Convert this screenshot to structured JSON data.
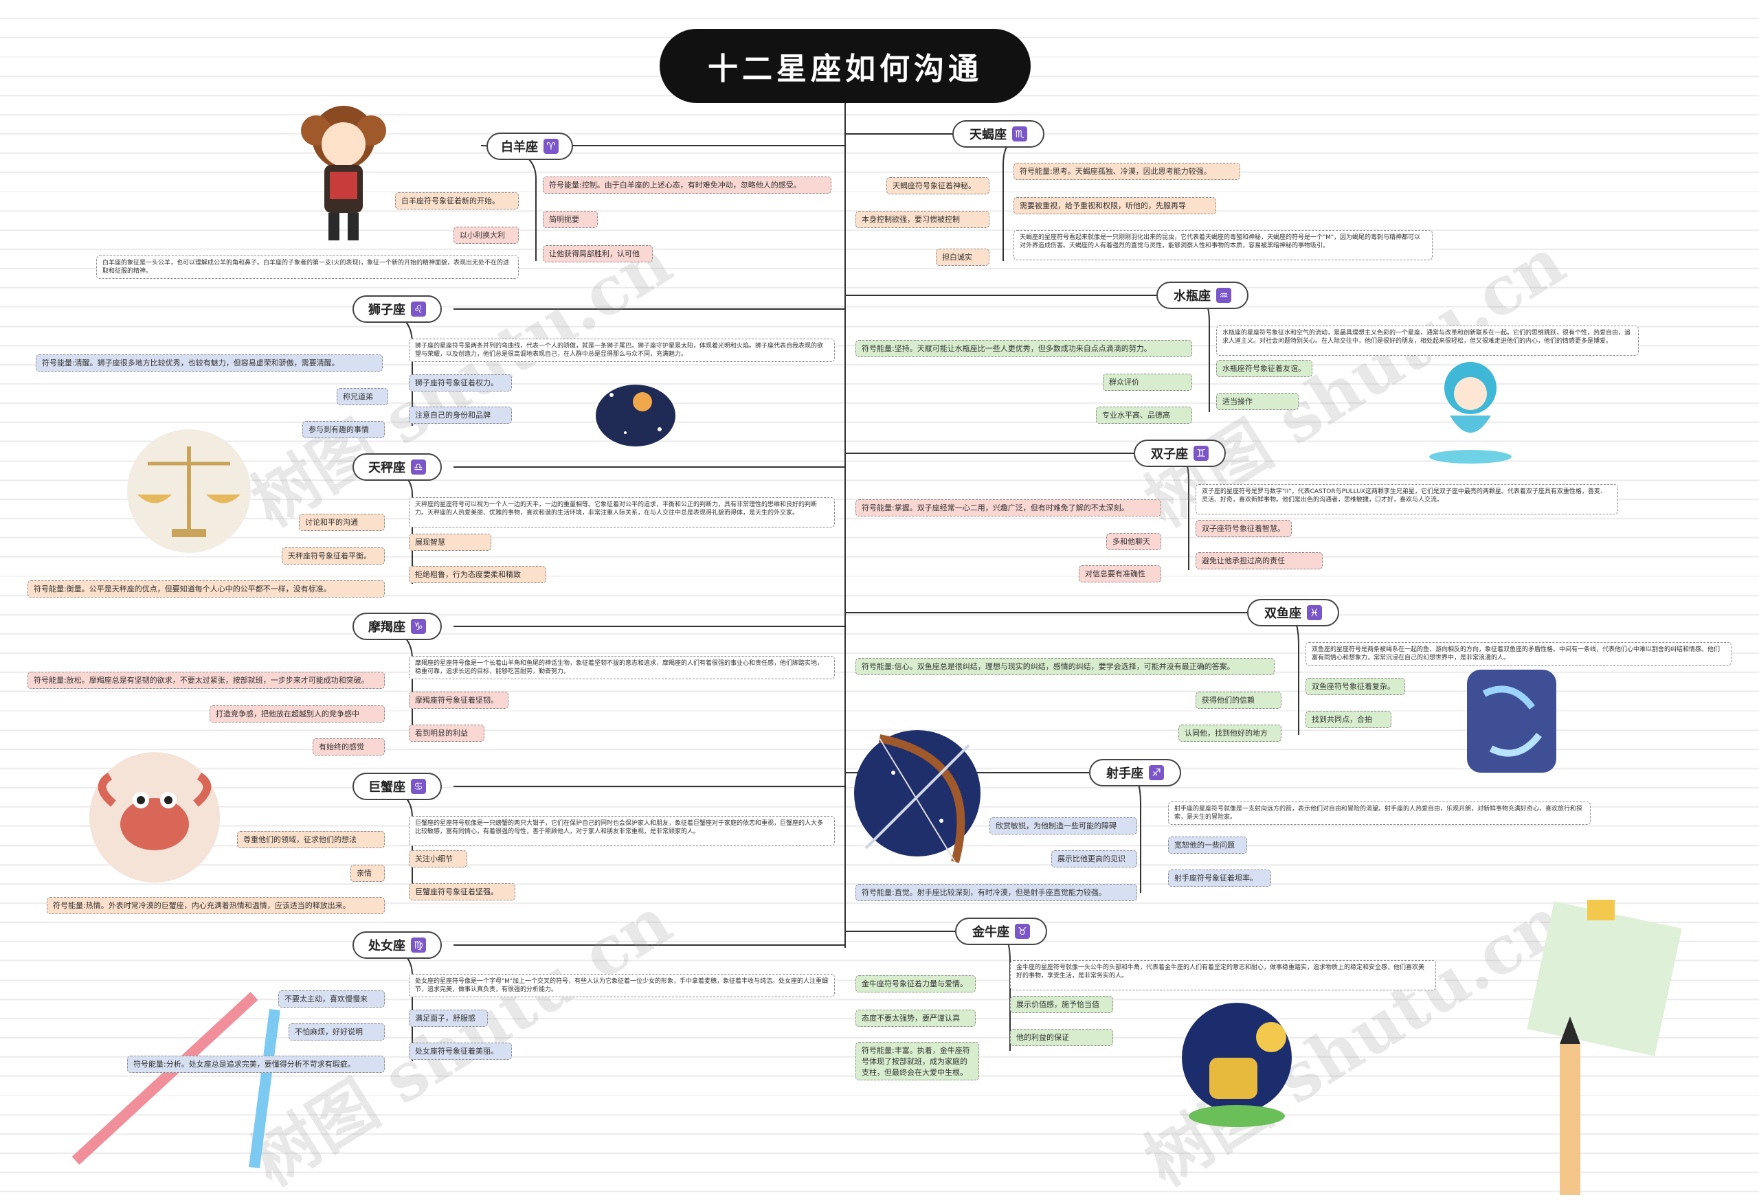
{
  "title": "十二星座如何沟通",
  "watermarks": [
    "树图 shutu.cn",
    "树图 shutu.cn",
    "树图 shutu.cn",
    "树图 shutu.cn"
  ],
  "signs": {
    "aries": {
      "name": "白羊座",
      "glyph": "♈"
    },
    "scorpio": {
      "name": "天蝎座",
      "glyph": "♏"
    },
    "leo": {
      "name": "狮子座",
      "glyph": "♌"
    },
    "aquarius": {
      "name": "水瓶座",
      "glyph": "♒"
    },
    "libra": {
      "name": "天秤座",
      "glyph": "♎"
    },
    "gemini": {
      "name": "双子座",
      "glyph": "♊"
    },
    "capricorn": {
      "name": "摩羯座",
      "glyph": "♑"
    },
    "pisces": {
      "name": "双鱼座",
      "glyph": "♓"
    },
    "cancer": {
      "name": "巨蟹座",
      "glyph": "♋"
    },
    "sagittarius": {
      "name": "射手座",
      "glyph": "♐"
    },
    "virgo": {
      "name": "处女座",
      "glyph": "♍"
    },
    "taurus": {
      "name": "金牛座",
      "glyph": "♉"
    }
  },
  "leaves": {
    "aries": [
      "符号能量:控制。由于白羊座的上述心态，有时难免冲动，忽略他人的感受。",
      "白羊座符号象征着新的开始。",
      "简明扼要",
      "以小利换大利",
      "让他获得局部胜利，认可他",
      "白羊座的象征是一头公羊，也可以理解成公羊的角和鼻子。白羊座的子象者的第一支(火的表现)，象征一个新的开始的精神面貌，表现出无处不在的进取和征服的精神。"
    ],
    "scorpio": [
      "符号能量:思考。天蝎座孤独、冷漠，因此思考能力较强。",
      "天蝎座符号象征着神秘。",
      "需要被重视，给予重视和权限，听他的，先服再导",
      "本身控制欲强，要习惯被控制",
      "担白诚实",
      "天蝎座的星座符号看起来就像是一只刚刚羽化出来的昆虫，它代表着天蝎座的毒螯和神秘，天蝎座的符号是一个\"M\"，因为蝎尾的毒刺与精神都可以对外界造成伤害。天蝎座的人有着强烈的直觉与灵性，能够洞察人性和事物的本质，容易被黑暗神秘的事物吸引。"
    ],
    "leo": [
      "狮子座的星座符号是两条并列的弯曲线，代表一个人的骄傲，就是一条狮子尾巴。狮子座守护星是太阳，体现着光明和火焰。狮子座代表自我表现的欲望与荣耀，以及创造力，他们总是很高调地表现自己，在人群中总是显得那么与众不同，充满魅力。",
      "符号能量:清醒。狮子座很多地方比较优秀，也较有魅力，但容易虚荣和骄傲，需要清醒。",
      "狮子座符号象征着权力。",
      "称兄道弟",
      "注意自己的身份和品牌",
      "参与到有趣的事情"
    ],
    "aquarius": [
      "水瓶座的星座符号象征水和空气的流动，是最具理想主义色彩的一个星座，通常与改革和创新联系在一起。它们的思维跳跃，很有个性，热爱自由，追求人道主义。对社会问题特别关心。在人际交往中，他们是很好的朋友，相处起来很轻松，但又很难走进他们的内心，他们的情感更多是博爱。",
      "符号能量:坚持。天赋可能让水瓶座比一些人更优秀，但多数成功来自点点滴滴的努力。",
      "水瓶座符号象征着友谊。",
      "群众评价",
      "适当操作",
      "专业水平高、品德高"
    ],
    "libra": [
      "天秤座的星座符号可以视为一个人一边的天平，一边的重量相等。它象征着对公平的追求，平衡和公正的判断力，具有非常理性的思维和良好的判断力。天秤座的人热爱美丽、优雅的事物，喜欢和谐的生活环境，非常注重人际关系，在与人交往中总是表现得礼貌而得体，是天生的外交家。",
      "讨论和平的沟通",
      "展现智慧",
      "天秤座符号象征着平衡。",
      "拒绝粗鲁，行为态度要柔和精致",
      "符号能量:衡量。公平是天秤座的优点，但要知道每个人心中的公平都不一样，没有标准。"
    ],
    "gemini": [
      "双子座的星座符号是罗马数字\"II\"，代表CASTOR与PULLUX这两颗孪生兄弟星，它们是双子座中最亮的两颗星。代表着双子座具有双重性格，善变、灵活、好奇，喜欢新鲜事物。他们是出色的沟通者，思维敏捷，口才好，喜欢与人交流。",
      "符号能量:掌握。双子座经常一心二用，兴趣广泛，但有时难免了解的不太深刻。",
      "双子座符号象征着智慧。",
      "多和他聊天",
      "避免让他承担过高的责任",
      "对信息要有准确性"
    ],
    "capricorn": [
      "摩羯座的星座符号像是一个长着山羊角和鱼尾的神话生物，象征着坚韧不拔的意志和追求，摩羯座的人们有着很强的事业心和责任感，他们脚踏实地，稳重可靠，追求长远的目标，能够吃苦耐劳，勤奋努力。",
      "符号能量:放松。摩羯座总是有坚韧的欲求，不要太过紧张，按部就班，一步步来才可能成功和突破。",
      "摩羯座符号象征着坚韧。",
      "打造竞争感，把他放在超越别人的竞争感中",
      "看到明显的利益",
      "有始终的感觉"
    ],
    "pisces": [
      "双鱼座的星座符号是两条被绳系在一起的鱼，游向相反的方向，象征着双鱼座的矛盾性格。中间有一条线，代表他们心中难以割舍的纠结和情感。他们富有同情心和想象力，常常沉浸在自己的幻想世界中，是非常浪漫的人。",
      "符号能量:信心。双鱼座总是很纠结，理想与现实的纠结，感情的纠结，要学会选择，可能并没有最正确的答案。",
      "双鱼座符号象征着复杂。",
      "获得他们的信赖",
      "找到共同点，合拍",
      "认同他，找到他好的地方"
    ],
    "cancer": [
      "巨蟹座的星座符号就像是一只螃蟹的两只大钳子，它们在保护自己的同时也会保护家人和朋友，象征着巨蟹座对于家庭的依恋和重视，巨蟹座的人大多比较敏感，富有同情心，有着很强的母性，善于照顾他人，对于家人和朋友非常重视，是非常顾家的人。",
      "尊重他们的领域，征求他们的想法",
      "亲情",
      "关注小细节",
      "巨蟹座符号象征着坚强。",
      "符号能量:热情。外表时常冷漠的巨蟹座，内心充满着热情和温情，应该适当的释放出来。"
    ],
    "sagittarius": [
      "射手座的星座符号就像是一支射向远方的箭，表示他们对自由和冒险的渴望。射手座的人热爱自由，乐观开朗，对新鲜事物充满好奇心，喜欢旅行和探索，是天生的冒险家。",
      "欣赏敏锐，为他制造一些可能的障碍",
      "宽恕他的一些问题",
      "展示比他更高的见识",
      "射手座符号象征着坦率。",
      "符号能量:直觉。射手座比较深刻，有时冷漠，但是射手座直觉能力较强。"
    ],
    "virgo": [
      "处女座的星座符号像是一个字母\"M\"加上一个交叉的符号，有些人认为它象征着一位少女的形象，手中拿着麦穗，象征着丰收与纯洁。处女座的人注重细节，追求完美，做事认真负责，有很强的分析能力。",
      "不要太主动，喜欢慢慢来",
      "满足面子，舒服感",
      "不怕麻烦，好好说明",
      "处女座符号象征着美丽。",
      "符号能量:分析。处女座总是追求完美，要懂得分析不苛求有瑕疵。"
    ],
    "taurus": [
      "金牛座的星座符号就像一头公牛的头部和牛角，代表着金牛座的人们有着坚定的意志和耐心，做事稳重踏实，追求物质上的稳定和安全感，他们喜欢美好的事物，享受生活，是非常务实的人。",
      "金牛座符号象征着力量与爱情。",
      "展示价值感，施予恰当值",
      "态度不要太强势，要严谨认真",
      "他的利益的保证",
      "符号能量:丰富。执着，金牛座符号体现了按部就班，成为家庭的支柱，但最终会在大爱中生根。"
    ]
  },
  "colors": {
    "title_bg": "#111111",
    "glyph_bg": "#7a56c9",
    "line": "#333333"
  },
  "icons": [
    "cartoon-girl-icon",
    "scales-icon",
    "lion-planet-icon",
    "aquarius-girl-icon",
    "crab-icon",
    "bow-arrow-icon",
    "pisces-icon",
    "bull-icon",
    "paper-note-icon",
    "pencil-icon"
  ]
}
